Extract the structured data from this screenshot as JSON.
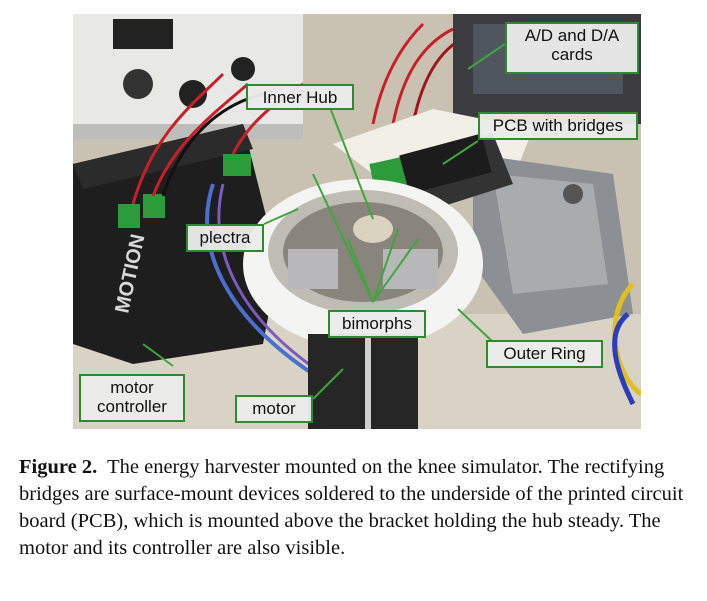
{
  "labels": {
    "ad_da": "A/D and D/A\ncards",
    "inner_hub": "Inner Hub",
    "pcb": "PCB with bridges",
    "plectra": "plectra",
    "bimorphs": "bimorphs",
    "outer_ring": "Outer Ring",
    "motor_controller": "motor\ncontroller",
    "motor": "motor"
  },
  "photo_text": {
    "brand": "MOTION"
  },
  "caption": {
    "label": "Figure 2.",
    "text": "The energy harvester mounted on the knee simulator. The rectifying bridges are surface-mount devices soldered to the underside of the printed circuit board (PCB), which is mounted above the bracket holding the hub steady. The motor and its controller are also visible."
  },
  "colors": {
    "callout_border": "#2f8a2f",
    "leader_line": "#3fa53f"
  }
}
